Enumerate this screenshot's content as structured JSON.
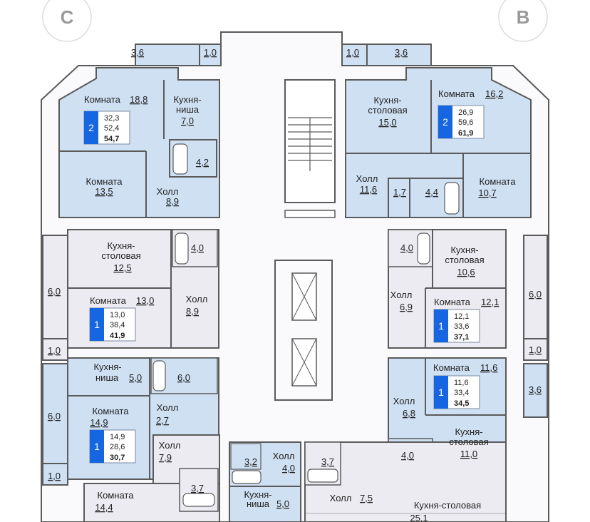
{
  "colors": {
    "wall": "#5a5a5a",
    "blue_fill": "#cfe0f3",
    "grey_fill": "#ecebf1",
    "white": "#ffffff",
    "badge": "#1566e0",
    "compass_text": "#9a9a9a"
  },
  "compass": {
    "left": "C",
    "right": "B"
  },
  "rooms": {
    "bal_tl": "3,6",
    "bal_tl2": "1,0",
    "bal_tr": "1,0",
    "bal_tr2": "3,6",
    "a1_room_label": "Комната",
    "a1_room_val": "18,8",
    "a1_kitchen_l1": "Кухня-",
    "a1_kitchen_l2": "ниша",
    "a1_kitchen_val": "7,0",
    "a1_bath": "4,2",
    "a1_room2_label": "Комната",
    "a1_room2_val": "13,5",
    "a1_hall_label": "Холл",
    "a1_hall_val": "8,9",
    "a2_kitchen_l1": "Кухня-",
    "a2_kitchen_l2": "столовая",
    "a2_kitchen_val": "15,0",
    "a2_room_label": "Комната",
    "a2_room_val": "16,2",
    "a2_hall_label": "Холл",
    "a2_hall_val": "11,6",
    "a2_wc": "1,7",
    "a2_bath": "4,4",
    "a2_room2_label": "Комната",
    "a2_room2_val": "10,7",
    "a3_kitchen_l1": "Кухня-",
    "a3_kitchen_l2": "столовая",
    "a3_kitchen_val": "12,5",
    "a3_bath": "4,0",
    "a3_room_label": "Комната",
    "a3_room_val": "13,0",
    "a3_hall_label": "Холл",
    "a3_hall_val": "8,9",
    "a3_bal_big": "6,0",
    "a3_bal_small": "1,0",
    "a4_bath": "4,0",
    "a4_kitchen_l1": "Кухня-",
    "a4_kitchen_l2": "столовая",
    "a4_kitchen_val": "10,6",
    "a4_hall_label": "Холл",
    "a4_hall_val": "6,9",
    "a4_room_label": "Комната",
    "a4_room_val": "12,1",
    "a4_bal_big": "6,0",
    "a4_bal_small": "1,0",
    "a5_kitchen_l1": "Кухня-",
    "a5_kitchen_l2": "ниша",
    "a5_kitchen_val": "5,0",
    "a5_bath": "6,0",
    "a5_room_label": "Комната",
    "a5_room_val": "14,9",
    "a5_hall_label": "Холл",
    "a5_hall_val": "2,7",
    "a5_bal_big": "6,0",
    "a5_bal_small": "1,0",
    "a6_room_label": "Комната",
    "a6_room_val": "11,6",
    "a6_bal": "3,6",
    "a6_hall_label": "Холл",
    "a6_hall_val": "6,8",
    "a6_kitchen_l1": "Кухня-",
    "a6_kitchen_l2": "столовая",
    "a6_kitchen_val": "11,0",
    "a6_bath": "4,0",
    "a7_hall_label": "Холл",
    "a7_hall_val": "7,9",
    "a7_bath": "3,7",
    "a7_room_label": "Комната",
    "a7_room_val": "14,4",
    "a8_wc": "3,2",
    "a8_hall_label": "Холл",
    "a8_hall_val": "4,0",
    "a8_kitchen_l1": "Кухня-",
    "a8_kitchen_l2": "ниша",
    "a8_kitchen_val": "5,0",
    "a9_bath": "3,7",
    "a9_hall_label": "Холл",
    "a9_hall_val": "7,5",
    "a9_kitchen_label": "Кухня-столовая",
    "a9_kitchen_val": "25,1"
  },
  "badges": [
    {
      "rooms": "2",
      "living": "32,3",
      "kitchen": "52,4",
      "total": "54,7"
    },
    {
      "rooms": "2",
      "living": "26,9",
      "kitchen": "59,6",
      "total": "61,9"
    },
    {
      "rooms": "1",
      "living": "13,0",
      "kitchen": "38,4",
      "total": "41,9"
    },
    {
      "rooms": "1",
      "living": "12,1",
      "kitchen": "33,6",
      "total": "37,1"
    },
    {
      "rooms": "1",
      "living": "11,6",
      "kitchen": "33,4",
      "total": "34,5"
    },
    {
      "rooms": "1",
      "living": "14,9",
      "kitchen": "28,6",
      "total": "30,7"
    }
  ]
}
